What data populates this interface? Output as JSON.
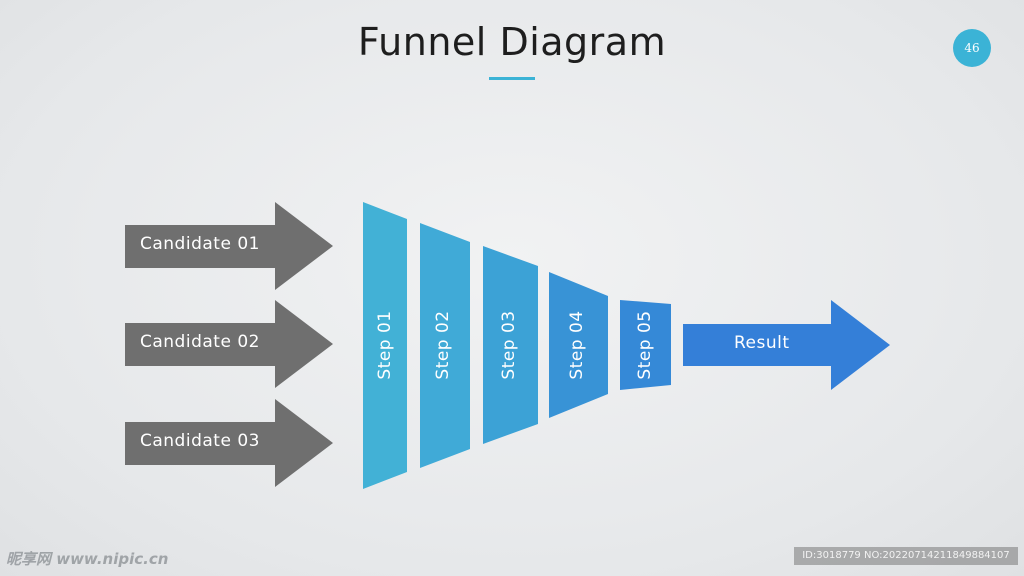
{
  "slide": {
    "title": "Funnel Diagram",
    "page_number": "46"
  },
  "candidates": [
    {
      "label": "Candidate 01"
    },
    {
      "label": "Candidate 02"
    },
    {
      "label": "Candidate 03"
    }
  ],
  "steps": [
    {
      "label": "Step 01",
      "color": "#42b1d6"
    },
    {
      "label": "Step 02",
      "color": "#40aad7"
    },
    {
      "label": "Step 03",
      "color": "#3ca2d6"
    },
    {
      "label": "Step 04",
      "color": "#3893d6"
    },
    {
      "label": "Step 05",
      "color": "#3589d7"
    }
  ],
  "result": {
    "label": "Result",
    "color": "#347fd8"
  },
  "colors": {
    "accent": "#3bb3d6",
    "candidate_arrow": "#6f6f6f",
    "background": "#e9ebec"
  },
  "watermark": {
    "left": "昵享网 www.nipic.cn",
    "right": "ID:3018779 NO:20220714211849884107"
  }
}
